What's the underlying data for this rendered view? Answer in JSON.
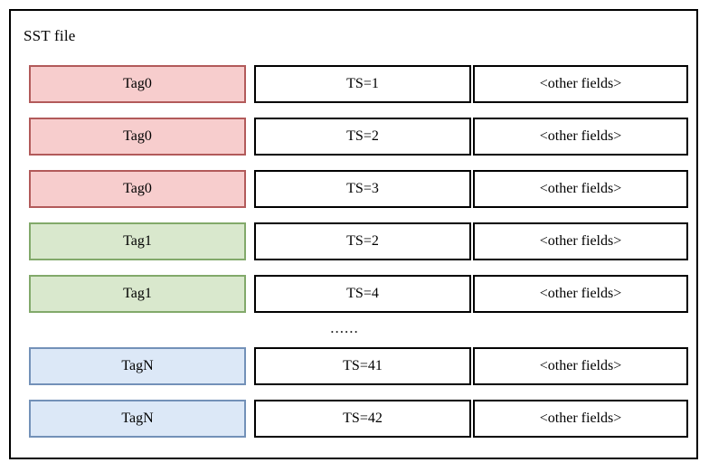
{
  "diagram": {
    "title": "SST file",
    "ellipsis": "......",
    "columns": {
      "tag": "Tag",
      "timestamp": "TS",
      "other": "other fields"
    },
    "colors": {
      "tag0_fill": "#f7cdcd",
      "tag0_border": "#b25a5a",
      "tag1_fill": "#d9e8cd",
      "tag1_border": "#82a96a",
      "tagN_fill": "#dce8f7",
      "tagN_border": "#7391b8",
      "frame_border": "#000000",
      "cell_border": "#000000",
      "background": "#ffffff"
    },
    "rows": [
      {
        "tag": "Tag0",
        "ts": "TS=1",
        "other": "<other fields>",
        "color": "pink"
      },
      {
        "tag": "Tag0",
        "ts": "TS=2",
        "other": "<other fields>",
        "color": "pink"
      },
      {
        "tag": "Tag0",
        "ts": "TS=3",
        "other": "<other fields>",
        "color": "pink"
      },
      {
        "tag": "Tag1",
        "ts": "TS=2",
        "other": "<other fields>",
        "color": "green"
      },
      {
        "tag": "Tag1",
        "ts": "TS=4",
        "other": "<other fields>",
        "color": "green"
      },
      {
        "tag": "TagN",
        "ts": "TS=41",
        "other": "<other fields>",
        "color": "blue"
      },
      {
        "tag": "TagN",
        "ts": "TS=42",
        "other": "<other fields>",
        "color": "blue"
      }
    ]
  }
}
